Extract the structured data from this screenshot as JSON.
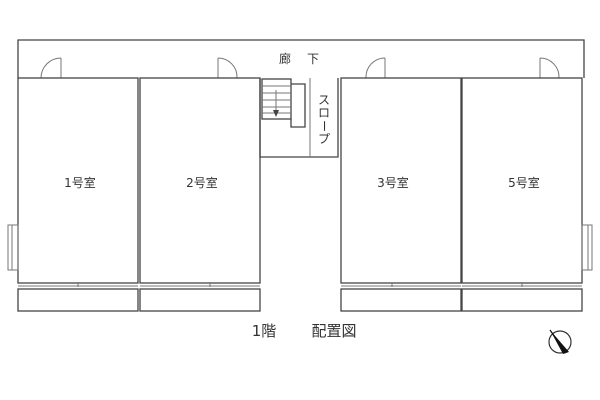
{
  "corridor": {
    "label_left": "廊",
    "label_right": "下"
  },
  "slope": {
    "chars": [
      "ス",
      "ロ",
      "ー",
      "プ"
    ]
  },
  "rooms": [
    {
      "id": "room-1",
      "label": "1号室"
    },
    {
      "id": "room-2",
      "label": "2号室"
    },
    {
      "id": "room-3",
      "label": "3号室"
    },
    {
      "id": "room-5",
      "label": "5号室"
    }
  ],
  "caption": {
    "floor": "1階",
    "title": "配置図"
  },
  "colors": {
    "line": "#444444",
    "text": "#333333",
    "background": "#ffffff"
  },
  "icons": {
    "compass": "north-arrow-icon"
  }
}
